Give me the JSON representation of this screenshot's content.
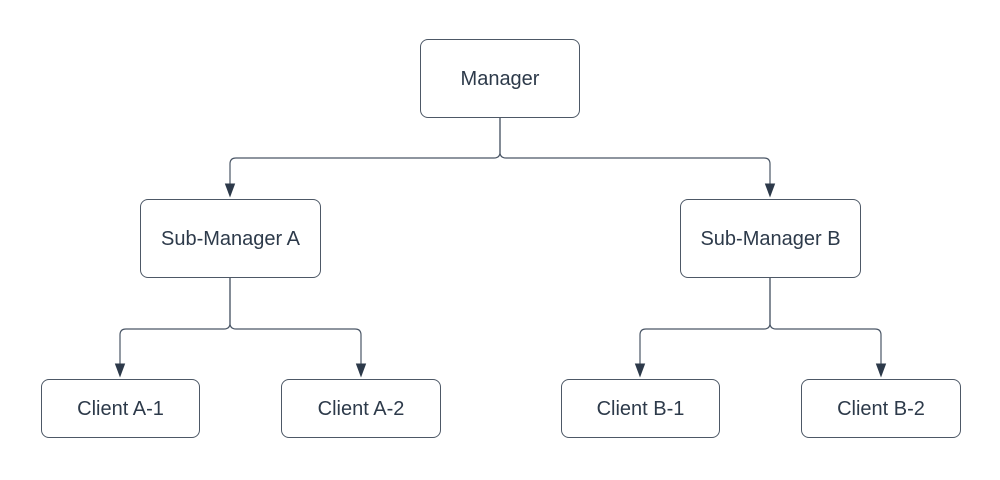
{
  "diagram": {
    "type": "org-chart",
    "nodes": [
      {
        "id": "manager",
        "label": "Manager",
        "level": 0
      },
      {
        "id": "sub-manager-a",
        "label": "Sub-Manager A",
        "level": 1
      },
      {
        "id": "sub-manager-b",
        "label": "Sub-Manager B",
        "level": 1
      },
      {
        "id": "client-a1",
        "label": "Client A-1",
        "level": 2
      },
      {
        "id": "client-a2",
        "label": "Client A-2",
        "level": 2
      },
      {
        "id": "client-b1",
        "label": "Client B-1",
        "level": 2
      },
      {
        "id": "client-b2",
        "label": "Client B-2",
        "level": 2
      }
    ],
    "edges": [
      {
        "from": "Manager",
        "to": "Sub-Manager A"
      },
      {
        "from": "Manager",
        "to": "Sub-Manager B"
      },
      {
        "from": "Sub-Manager A",
        "to": "Client A-1"
      },
      {
        "from": "Sub-Manager A",
        "to": "Client A-2"
      },
      {
        "from": "Sub-Manager B",
        "to": "Client B-1"
      },
      {
        "from": "Sub-Manager B",
        "to": "Client B-2"
      }
    ],
    "colors": {
      "background": "#ffffff",
      "node_fill": "#ffffff",
      "node_border": "#4d5866",
      "connector": "#4a5666",
      "arrowhead": "#2d3a4a",
      "text": "#2d3a4a"
    }
  }
}
